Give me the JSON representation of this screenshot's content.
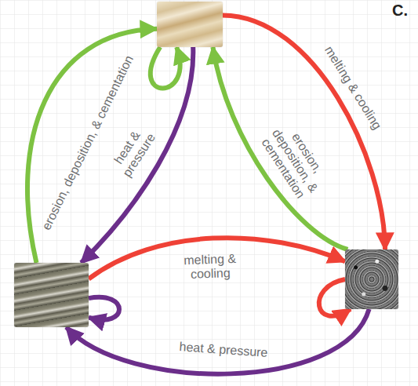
{
  "diagram": {
    "nodes": [
      {
        "text": []
      },
      {
        "text": []
      },
      {
        "text": []
      }
    ],
    "edges": [
      {
        "from": 1,
        "to": 0,
        "label": "erosion, deposition, & cementation",
        "arrow": "to"
      },
      {
        "from": 0,
        "to": 2,
        "label": "melting & cooling",
        "arrow": "to"
      },
      {
        "from": 0,
        "to": 1,
        "label": "heat & pressure",
        "arrow": "to"
      },
      {
        "from": 2,
        "to": 0,
        "label": "erosion, deposition, & cementation",
        "arrow": "to"
      },
      {
        "from": 1,
        "to": 2,
        "label": "melting & cooling",
        "arrow": "to"
      },
      {
        "from": 2,
        "to": 1,
        "label": "heat & pressure",
        "arrow": "to"
      },
      {
        "from": 0,
        "to": 0,
        "arrow": "to"
      },
      {
        "from": 2,
        "to": 2,
        "arrow": "to"
      },
      {
        "from": 1,
        "to": 1,
        "arrow": "to"
      }
    ],
    "labels": [
      "C."
    ]
  }
}
